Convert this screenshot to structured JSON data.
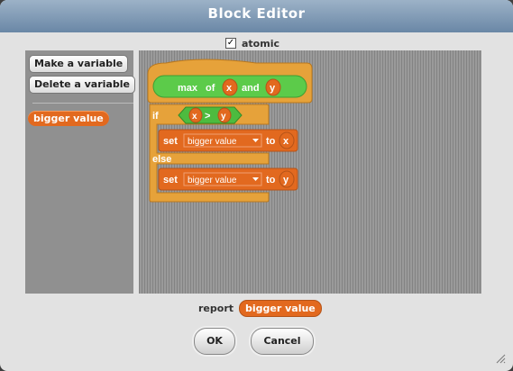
{
  "window": {
    "title": "Block Editor"
  },
  "atomic": {
    "label": "atomic",
    "checked": true,
    "check_glyph": "✓"
  },
  "palette": {
    "make_variable_label": "Make a variable",
    "delete_variable_label": "Delete a variable",
    "variable_token": "bigger value"
  },
  "script": {
    "hat": {
      "word1": "max",
      "word2": "of",
      "param1": "x",
      "word3": "and",
      "param2": "y"
    },
    "if_block": {
      "if_label": "if",
      "condition": {
        "left": "x",
        "op": ">",
        "right": "y"
      },
      "then_set": {
        "set_label": "set",
        "var": "bigger value",
        "to_label": "to",
        "value": "x"
      },
      "else_label": "else",
      "else_set": {
        "set_label": "set",
        "var": "bigger value",
        "to_label": "to",
        "value": "y"
      }
    }
  },
  "report": {
    "label": "report",
    "token": "bigger value"
  },
  "buttons": {
    "ok_label": "OK",
    "cancel_label": "Cancel"
  },
  "colors": {
    "title_bar": "#7f98b3",
    "control_orange": "#e6a23a",
    "variable_orange": "#e2691f",
    "operator_green": "#4dbb3f",
    "hat_green": "#5ccb4a"
  }
}
